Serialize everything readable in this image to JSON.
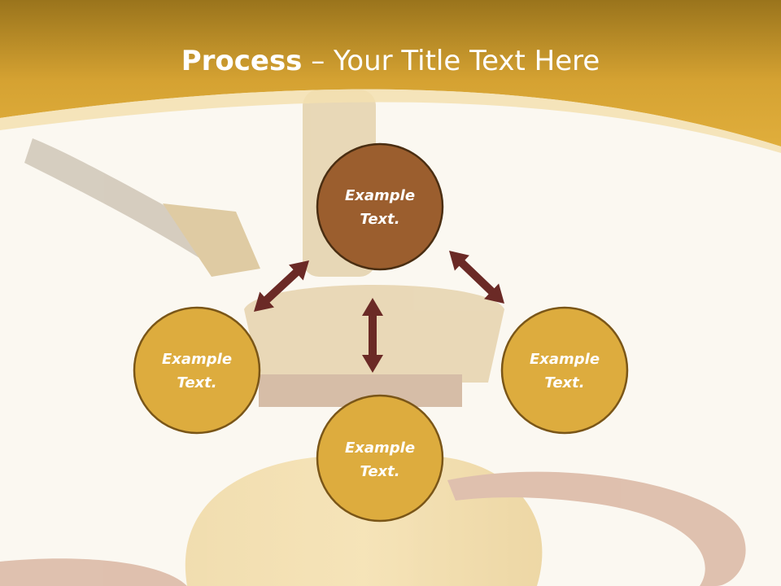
{
  "slide": {
    "title_bold": "Process",
    "title_rest": " – Your Title Text Here"
  },
  "diagram": {
    "nodes": [
      {
        "id": "top",
        "line1": "Example",
        "line2": "Text.",
        "fill": "#9b5e2e"
      },
      {
        "id": "left",
        "line1": "Example",
        "line2": "Text.",
        "fill": "#ddac3e"
      },
      {
        "id": "bottom",
        "line1": "Example",
        "line2": "Text.",
        "fill": "#ddac3e"
      },
      {
        "id": "right",
        "line1": "Example",
        "line2": "Text.",
        "fill": "#ddac3e"
      }
    ],
    "arrows": [
      {
        "from": "top",
        "to": "left"
      },
      {
        "from": "top",
        "to": "bottom"
      },
      {
        "from": "top",
        "to": "right"
      }
    ]
  },
  "colors": {
    "header_gold": "#d9a637",
    "arrow": "#6b2a26",
    "node_border": "#4a2e12",
    "node_border_light": "#7a5618"
  }
}
